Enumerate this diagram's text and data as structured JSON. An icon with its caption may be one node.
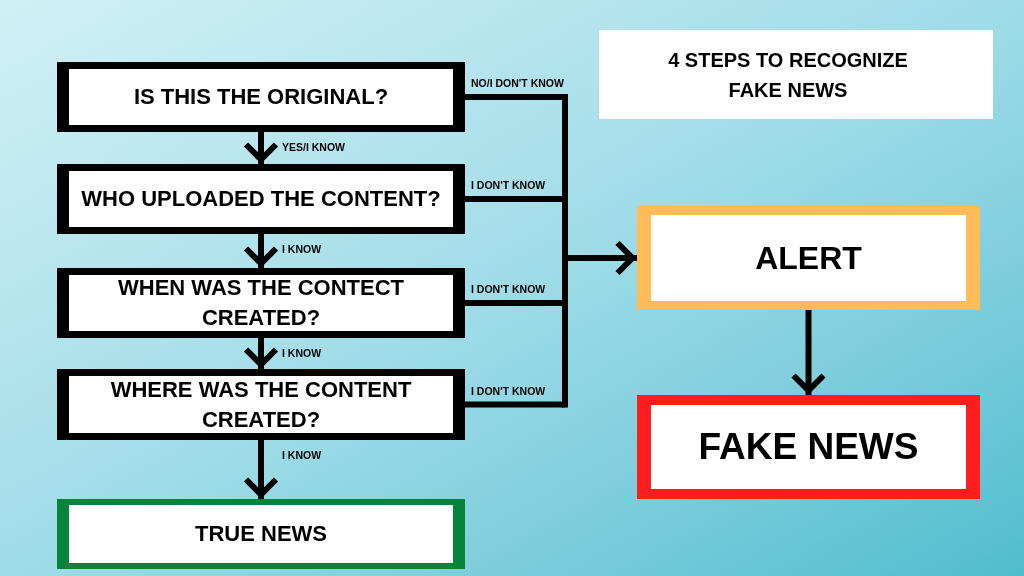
{
  "diagram": {
    "title": "4 STEPS TO RECOGNIZE FAKE NEWS",
    "nodes": [
      {
        "text": [
          "IS THIS THE ORIGINAL?"
        ]
      },
      {
        "text": [
          "WHO UPLOADED THE CONTENT?"
        ]
      },
      {
        "text": [
          "WHEN WAS THE CONTECT CREATED?"
        ]
      },
      {
        "text": [
          "WHERE WAS THE CONTENT CREATED?"
        ]
      },
      {
        "text": [
          "TRUE NEWS"
        ]
      },
      {
        "text": [
          "ALERT"
        ]
      },
      {
        "text": [
          "FAKE NEWS"
        ]
      }
    ],
    "edges": [
      {
        "from": 0,
        "to": 1,
        "arrow": "to",
        "label": "YES/I KNOW"
      },
      {
        "from": 1,
        "to": 2,
        "arrow": "to",
        "label": "I KNOW"
      },
      {
        "from": 2,
        "to": 3,
        "arrow": "to",
        "label": "I KNOW"
      },
      {
        "from": 3,
        "to": 4,
        "arrow": "to",
        "label": "I KNOW"
      },
      {
        "from": 0,
        "to": 5,
        "arrow": "to",
        "label": "NO/I DON'T KNOW"
      },
      {
        "from": 1,
        "to": 5,
        "arrow": "to",
        "label": "I DON'T KNOW"
      },
      {
        "from": 2,
        "to": 5,
        "arrow": "to",
        "label": "I DON'T KNOW"
      },
      {
        "from": 3,
        "to": 5,
        "arrow": "to",
        "label": "I DON'T KNOW"
      },
      {
        "from": 5,
        "to": 6,
        "arrow": "to"
      }
    ]
  }
}
